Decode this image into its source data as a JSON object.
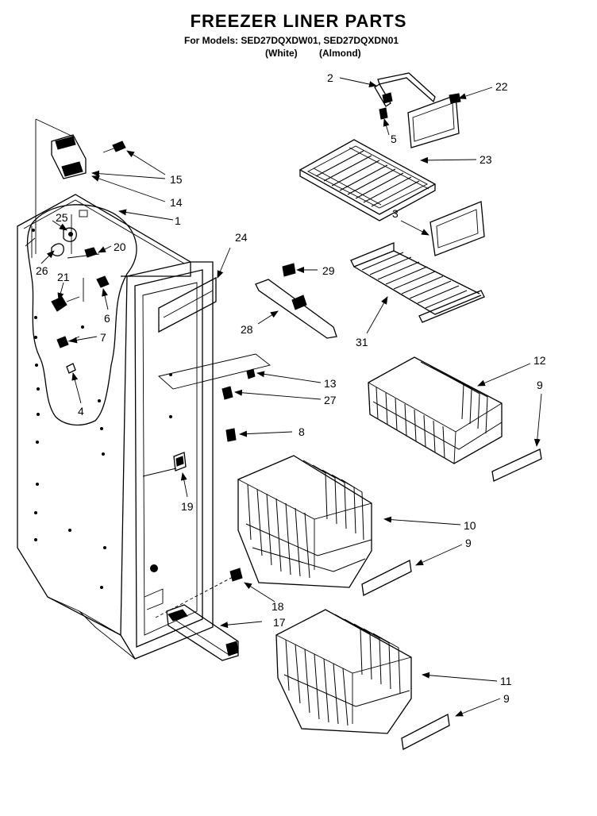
{
  "header": {
    "title": "FREEZER LINER PARTS",
    "models_line": "For Models: SED27DQXDW01, SED27DQXDN01",
    "color_white": "(White)",
    "color_almond": "(Almond)"
  },
  "callouts": {
    "c1": "1",
    "c2": "2",
    "c3": "3",
    "c4": "4",
    "c5": "5",
    "c6": "6",
    "c7": "7",
    "c8": "8",
    "c9a": "9",
    "c9b": "9",
    "c9c": "9",
    "c10": "10",
    "c11": "11",
    "c12": "12",
    "c13": "13",
    "c14": "14",
    "c15": "15",
    "c17": "17",
    "c18": "18",
    "c19": "19",
    "c20": "20",
    "c21": "21",
    "c22": "22",
    "c23": "23",
    "c24": "24",
    "c25": "25",
    "c26": "26",
    "c27": "27",
    "c28": "28",
    "c29": "29",
    "c31": "31"
  }
}
